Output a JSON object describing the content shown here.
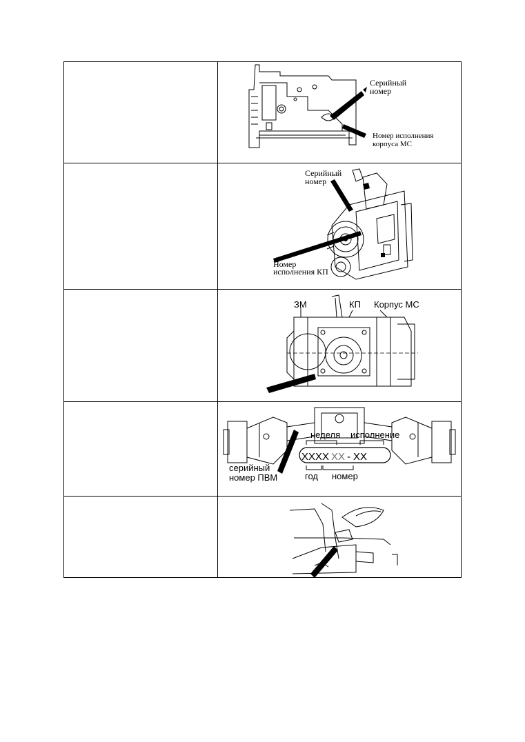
{
  "rows": [
    {
      "label_line1": "Серийный",
      "label_line2": "номер",
      "label2_line1": "Номер исполнения",
      "label2_line2": "корпуса МС"
    },
    {
      "label_line1": "Серийный",
      "label_line2": "номер",
      "label2_line1": "Номер",
      "label2_line2": "исполнения КП"
    },
    {
      "label_zm": "ЗМ",
      "label_kp": "КП",
      "label_ms": "Корпус МС"
    },
    {
      "label_week": "неделя",
      "label_variant": "исполнение",
      "code_main": "XXXX",
      "code_mid": "XX",
      "code_dash": "-",
      "code_end": "XX",
      "label_year": "год",
      "label_number": "номер",
      "label_serial_line1": "серийный",
      "label_serial_line2": "номер ПВМ"
    },
    {}
  ]
}
